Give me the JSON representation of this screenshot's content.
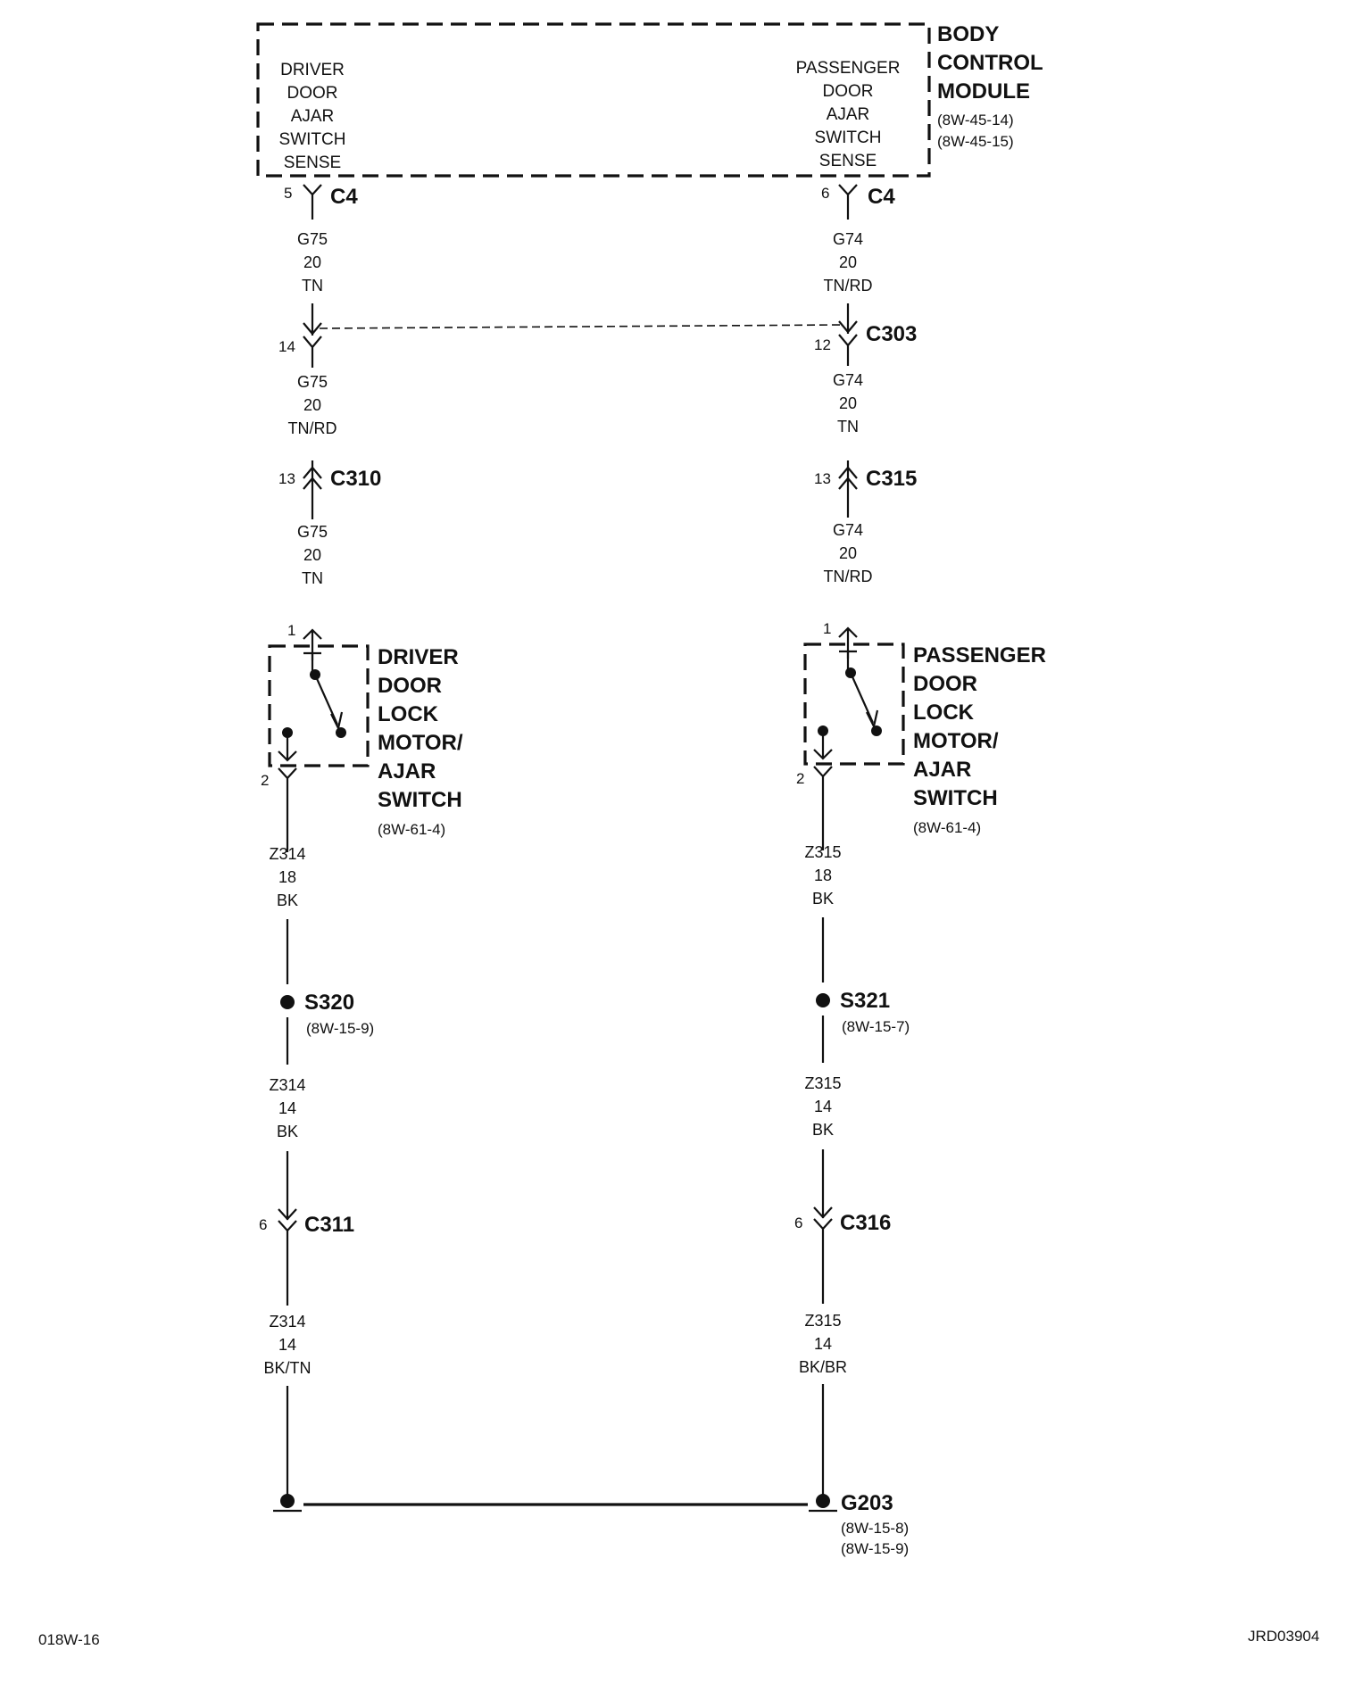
{
  "colors": {
    "ink": "#111111",
    "background": "#ffffff"
  },
  "bcm": {
    "title_lines": [
      "BODY",
      "CONTROL",
      "MODULE"
    ],
    "refs": [
      "(8W-45-14)",
      "(8W-45-15)"
    ],
    "left_lines": [
      "DRIVER",
      "DOOR",
      "AJAR",
      "SWITCH",
      "SENSE"
    ],
    "right_lines": [
      "PASSENGER",
      "DOOR",
      "AJAR",
      "SWITCH",
      "SENSE"
    ]
  },
  "left": {
    "bcm_conn": {
      "pin": "5",
      "name": "C4"
    },
    "w1": [
      "G75",
      "20",
      "TN"
    ],
    "c303_pin": "14",
    "w2": [
      "G75",
      "20",
      "TN/RD"
    ],
    "c310": {
      "pin": "13",
      "name": "C310"
    },
    "w3": [
      "G75",
      "20",
      "TN"
    ],
    "switch": {
      "pin_top": "1",
      "pin_bottom": "2",
      "title_lines": [
        "DRIVER",
        "DOOR",
        "LOCK",
        "MOTOR/",
        "AJAR",
        "SWITCH"
      ],
      "ref": "(8W-61-4)"
    },
    "w4": [
      "Z314",
      "18",
      "BK"
    ],
    "splice": {
      "name": "S320",
      "ref": "(8W-15-9)"
    },
    "w5": [
      "Z314",
      "14",
      "BK"
    ],
    "c311": {
      "pin": "6",
      "name": "C311"
    },
    "w6": [
      "Z314",
      "14",
      "BK/TN"
    ]
  },
  "right": {
    "bcm_conn": {
      "pin": "6",
      "name": "C4"
    },
    "w1": [
      "G74",
      "20",
      "TN/RD"
    ],
    "c303": {
      "pin": "12",
      "name": "C303"
    },
    "w2": [
      "G74",
      "20",
      "TN"
    ],
    "c315": {
      "pin": "13",
      "name": "C315"
    },
    "w3": [
      "G74",
      "20",
      "TN/RD"
    ],
    "switch": {
      "pin_top": "1",
      "pin_bottom": "2",
      "title_lines": [
        "PASSENGER",
        "DOOR",
        "LOCK",
        "MOTOR/",
        "AJAR",
        "SWITCH"
      ],
      "ref": "(8W-61-4)"
    },
    "w4": [
      "Z315",
      "18",
      "BK"
    ],
    "splice": {
      "name": "S321",
      "ref": "(8W-15-7)"
    },
    "w5": [
      "Z315",
      "14",
      "BK"
    ],
    "c316": {
      "pin": "6",
      "name": "C316"
    },
    "w6": [
      "Z315",
      "14",
      "BK/BR"
    ]
  },
  "ground": {
    "name": "G203",
    "refs": [
      "(8W-15-8)",
      "(8W-15-9)"
    ]
  },
  "footer": {
    "left": "018W-16",
    "right": "JRD03904"
  }
}
